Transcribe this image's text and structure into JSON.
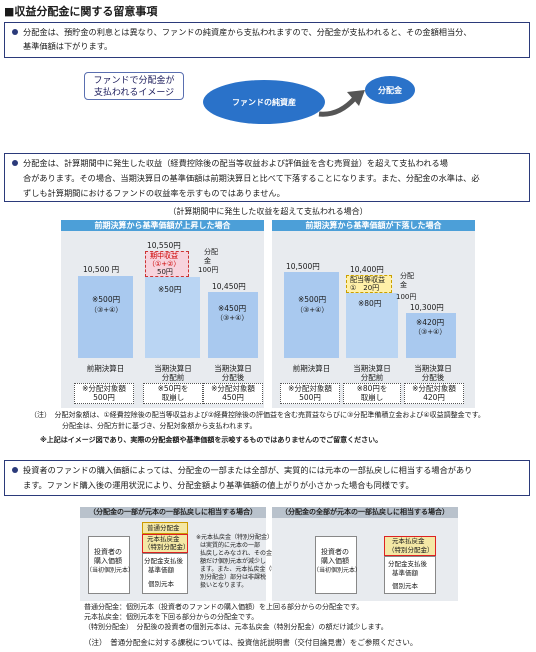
{
  "title": "■収益分配金に関する留意事項",
  "s1": {
    "l1": "分配金は、預貯金の利息とは異なり、ファンドの純資産から支払われますので、分配金が支払われると、その金額相当分、",
    "l2": "基準価額は下がります。"
  },
  "img": {
    "l1": "ファンドで分配金が",
    "l2": "支払われるイメージ",
    "fund": "ファンドの純資産",
    "dist": "分配金"
  },
  "s2": {
    "l1": "分配金は、計算期間中に発生した収益（経費控除後の配当等収益および評価益を含む売買益）を超えて支払われる場",
    "l2": "合があります。その場合、当期決算日の基準価額は前期決算日と比べて下落することになります。また、分配金の水準は、必",
    "l3": "ずしも計算期間におけるファンドの収益率を示すものではありません。"
  },
  "chart": {
    "heading": "（計算期間中に発生した収益を超えて支払われる場合）",
    "left": {
      "head": "前期決算から基準価額が上昇した場合",
      "v1": "10,500 円",
      "v2": "10,550円",
      "v3": "10,450円",
      "p1": "※500円",
      "p1b": "（③+④）",
      "p2": "期中収益",
      "p2b": "（①+②）",
      "p2c": "50円",
      "p3": "※50円",
      "p4": "※450円",
      "p4b": "（③+④）",
      "dist": "分配",
      "dist2": "金",
      "dist3": "100円",
      "c1": "前期決算日",
      "c2a": "当期決算日",
      "c2b": "分配前",
      "c3a": "当期決算日",
      "c3b": "分配後",
      "n1a": "※分配対象額",
      "n1b": "500円",
      "n2a": "※50円を",
      "n2b": "取崩し",
      "n3a": "※分配対象額",
      "n3b": "450円"
    },
    "right": {
      "head": "前期決算から基準価額が下落した場合",
      "v1": "10,500円",
      "v2": "10,400円",
      "v3": "10,300円",
      "p1": "※500円",
      "p1b": "（③+④）",
      "p2": "配当等収益",
      "p2b": "①　20円",
      "p3": "※80円",
      "p4": "※420円",
      "p4b": "（③+④）",
      "dist": "分配",
      "dist2": "金",
      "dist3": "100円",
      "c1": "前期決算日",
      "c2a": "当期決算日",
      "c2b": "分配前",
      "c3a": "当期決算日",
      "c3b": "分配後",
      "n1a": "※分配対象額",
      "n1b": "500円",
      "n2a": "※80円を",
      "n2b": "取崩し",
      "n3a": "※分配対象額",
      "n3b": "420円"
    }
  },
  "note": {
    "l1": "（注）　分配対象額は、①経費控除後の配当等収益および②経費控除後の評価益を含む売買益ならびに③分配準備積立金および④収益調整金です。",
    "l2": "分配金は、分配方針に基づき、分配対象額から支払われます。",
    "l3": "※上記はイメージ図であり、実際の分配金額や基準価額を示唆するものではありませんのでご留意ください。"
  },
  "s3": {
    "l1": "投資者のファンドの購入価額によっては、分配金の一部または全部が、実質的には元本の一部払戻しに相当する場合があり",
    "l2": "ます。ファンド購入後の運用状況により、分配金額より基準価額の値上がりが小さかった場合も同様です。"
  },
  "d3": {
    "leftHead": "（分配金の一部が元本の一部払戻しに相当する場合）",
    "rightHead": "（分配金の全部が元本の一部払戻しに相当する場合）",
    "inv1": "投資者の",
    "inv2": "購入価額",
    "inv3": "（当初個別元本）",
    "futsu": "普通分配金",
    "genpon": "元本払戻金",
    "tokubetsu": "（特別分配金）",
    "after1": "分配金支払後",
    "after2": "基準価額",
    "kobetsu": "個別元本",
    "m1": "※元本払戻金（特別分配金）",
    "m2": "は実質的に元本の一部",
    "m3": "払戻しとみなされ、その金",
    "m4": "額だけ個別元本が減少し",
    "m5": "ます。また、元本払戻金（特",
    "m6": "別分配金）部分は非課税",
    "m7": "扱いとなります。"
  },
  "foot": {
    "l1": "普通分配金：個別元本（投資者のファンドの購入価額）を上回る部分からの分配金です。",
    "l2": "元本払戻金：個別元本を下回る部分からの分配金です。",
    "l3": "（特別分配金）　分配後の投資者の個別元本は、元本払戻金（特別分配金）の額だけ減少します。",
    "l4": "（注）　普通分配金に対する課税については、投資信託説明書（交付目論見書）をご参照ください。"
  }
}
